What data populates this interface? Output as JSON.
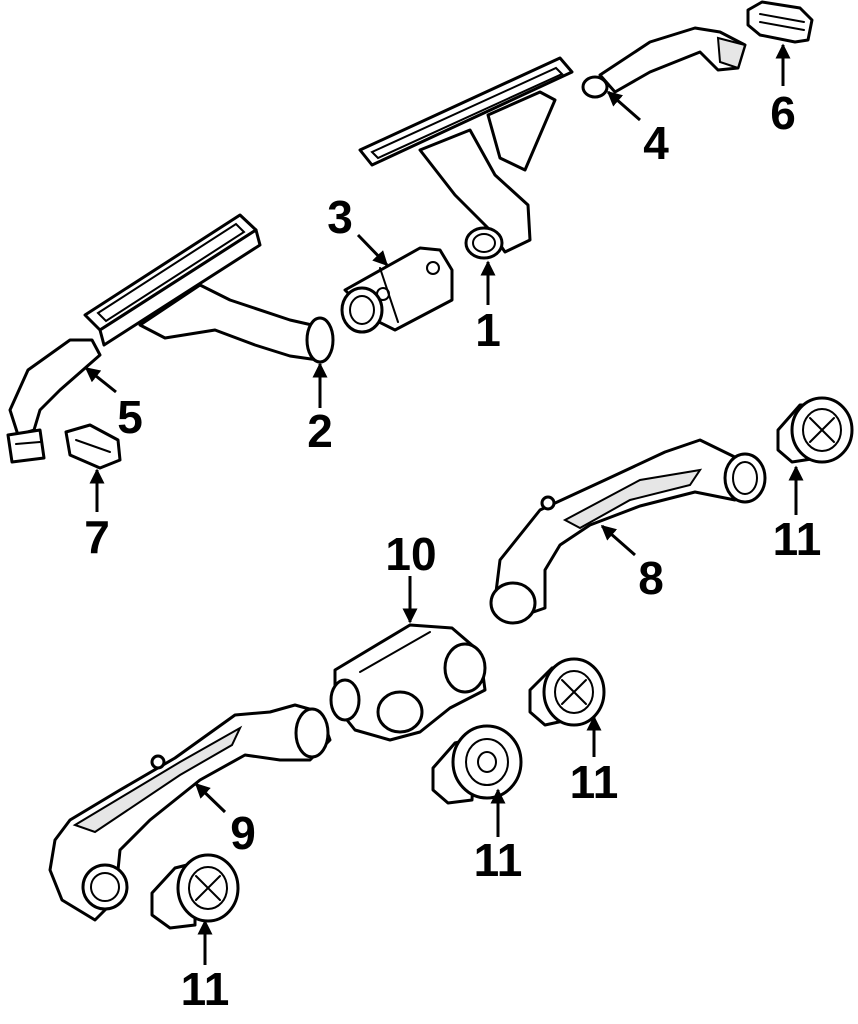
{
  "callouts": {
    "c1": "1",
    "c2": "2",
    "c3": "3",
    "c4": "4",
    "c5": "5",
    "c6": "6",
    "c7": "7",
    "c8": "8",
    "c9": "9",
    "c10": "10",
    "c11a": "11",
    "c11b": "11",
    "c11c": "11",
    "c11d": "11"
  },
  "colors": {
    "line": "#000000",
    "background": "#ffffff",
    "shade": "#e6e6e6"
  }
}
